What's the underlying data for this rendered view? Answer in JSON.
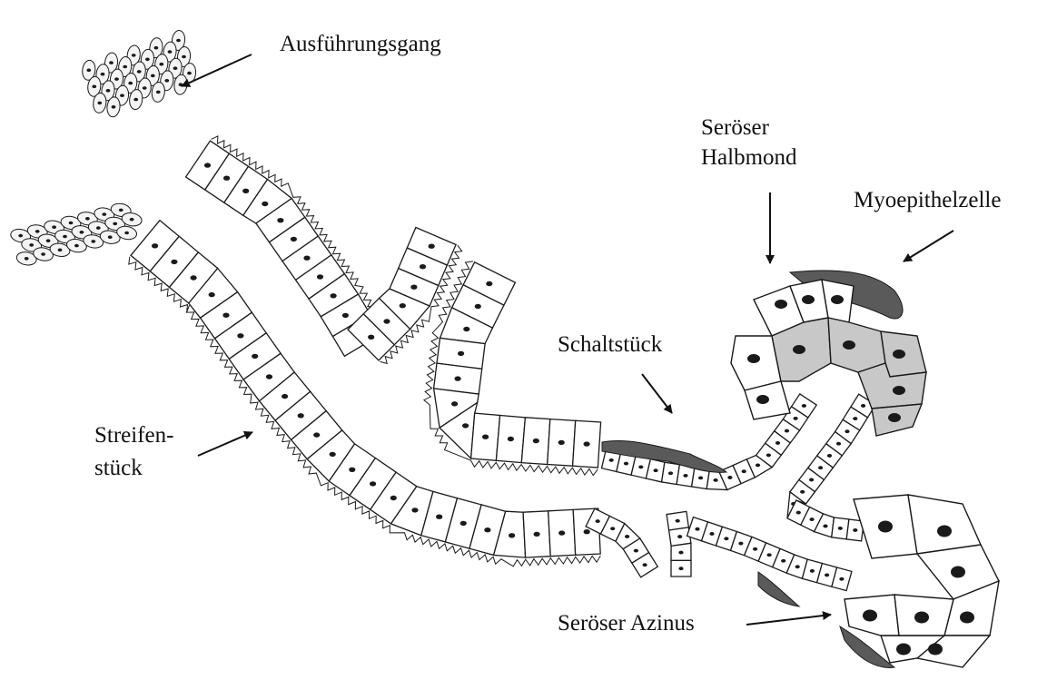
{
  "labels": {
    "ausfuehrungsgang": "Ausführungsgang",
    "seroeser_halbmond_1": "Seröser",
    "seroeser_halbmond_2": "Halbmond",
    "myoepithelzelle": "Myoepithelzelle",
    "schaltstueck": "Schaltstück",
    "streifenstueck_1": "Streifen-",
    "streifenstueck_2": "stück",
    "seroeser_azinus": "Seröser Azinus"
  },
  "colors": {
    "stroke": "#1a1a1a",
    "nucleus": "#1a1a1a",
    "cell_fill": "#ffffff",
    "serous_crescent_fill": "#c8c8c8",
    "myoepithelial_fill": "#5a5a5a"
  }
}
